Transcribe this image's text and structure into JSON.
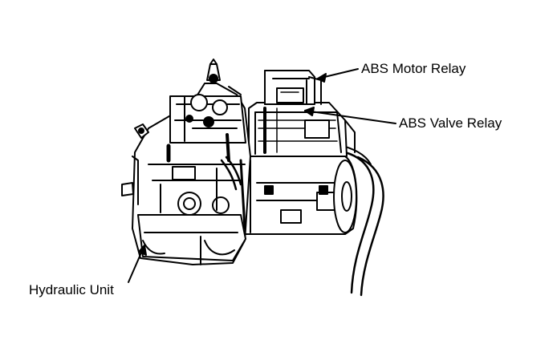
{
  "labels": {
    "abs_motor_relay": "ABS Motor Relay",
    "abs_valve_relay": "ABS Valve Relay",
    "hydraulic_unit": "Hydraulic Unit"
  },
  "colors": {
    "ink": "#000000",
    "background": "#ffffff"
  }
}
